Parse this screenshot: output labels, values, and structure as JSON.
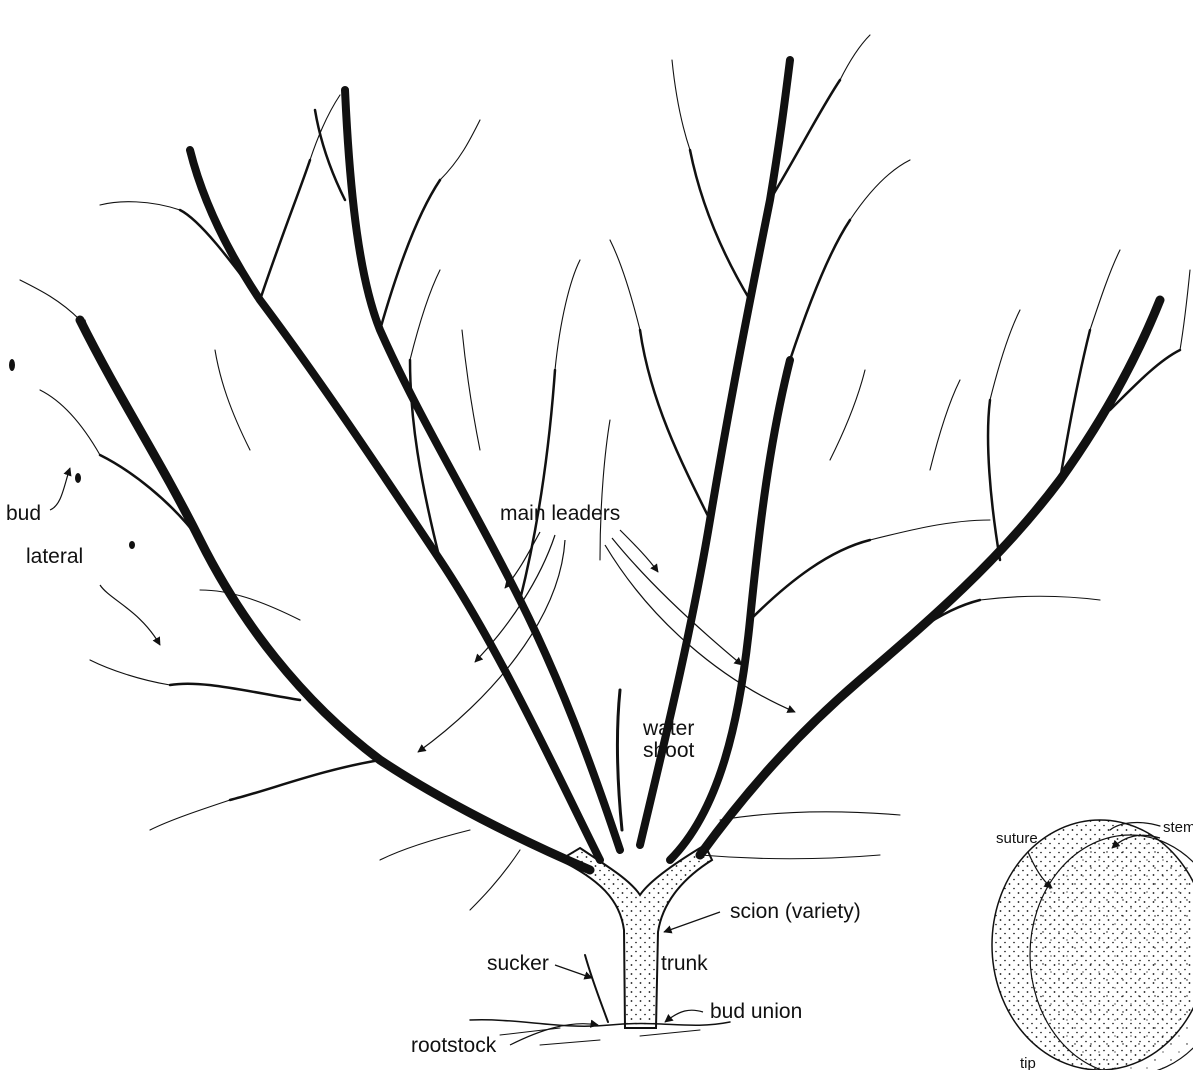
{
  "labels": {
    "bud": "bud",
    "lateral": "lateral",
    "main_leaders": "main leaders",
    "water_shoot_line1": "water",
    "water_shoot_line2": "shoot",
    "scion": "scion (variety)",
    "trunk": "trunk",
    "sucker": "sucker",
    "bud_union": "bud union",
    "rootstock": "rootstock",
    "suture": "suture",
    "stem": "stem",
    "tip": "tip"
  },
  "colors": {
    "ink": "#111111",
    "background": "#ffffff"
  }
}
